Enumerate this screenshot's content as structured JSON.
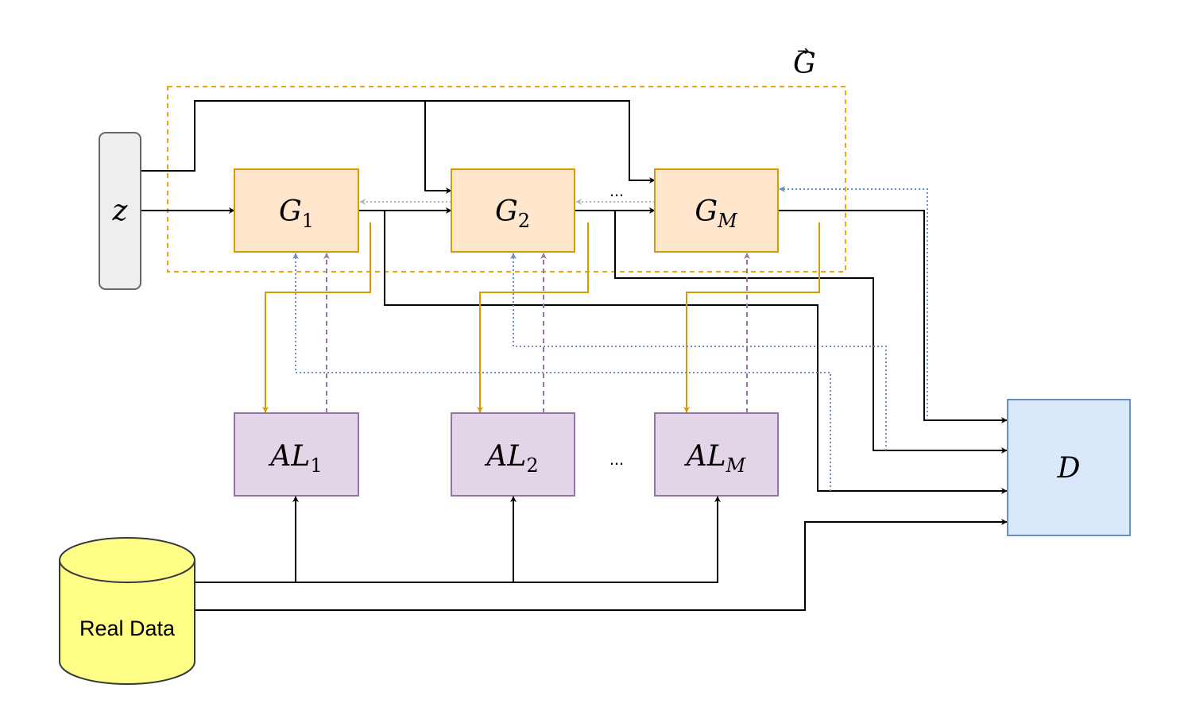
{
  "nodes": {
    "z": {
      "label": "z"
    },
    "g1": {
      "base": "G",
      "sub": "1"
    },
    "g2": {
      "base": "G",
      "sub": "2"
    },
    "gm": {
      "base": "G",
      "sub": "M"
    },
    "al1": {
      "base": "AL",
      "sub": "1"
    },
    "al2": {
      "base": "AL",
      "sub": "2"
    },
    "alm": {
      "base": "AL",
      "sub": "M"
    },
    "d": {
      "label": "D"
    },
    "real_data": {
      "label": "Real Data"
    }
  },
  "group": {
    "label": "G",
    "arrow": "→"
  },
  "ellipsis": {
    "generators": "...",
    "aux_losses": "..."
  },
  "colors": {
    "generator_fill": "#ffe6cc",
    "generator_stroke": "#d79b00",
    "aux_fill": "#e1d5e7",
    "aux_stroke": "#9673a6",
    "disc_fill": "#dae8fc",
    "disc_stroke": "#6c8ebf",
    "noise_fill": "#eeeeee",
    "noise_stroke": "#666666",
    "data_fill": "#ffff88",
    "data_stroke": "#36393d",
    "group_stroke": "#f0a30a",
    "flow": "#000000",
    "aux_flow": "#d79b00",
    "feedback": "#9673a6",
    "disc_feedback": "#6c8ebf",
    "gen_feedback": "#b3b3b3"
  }
}
